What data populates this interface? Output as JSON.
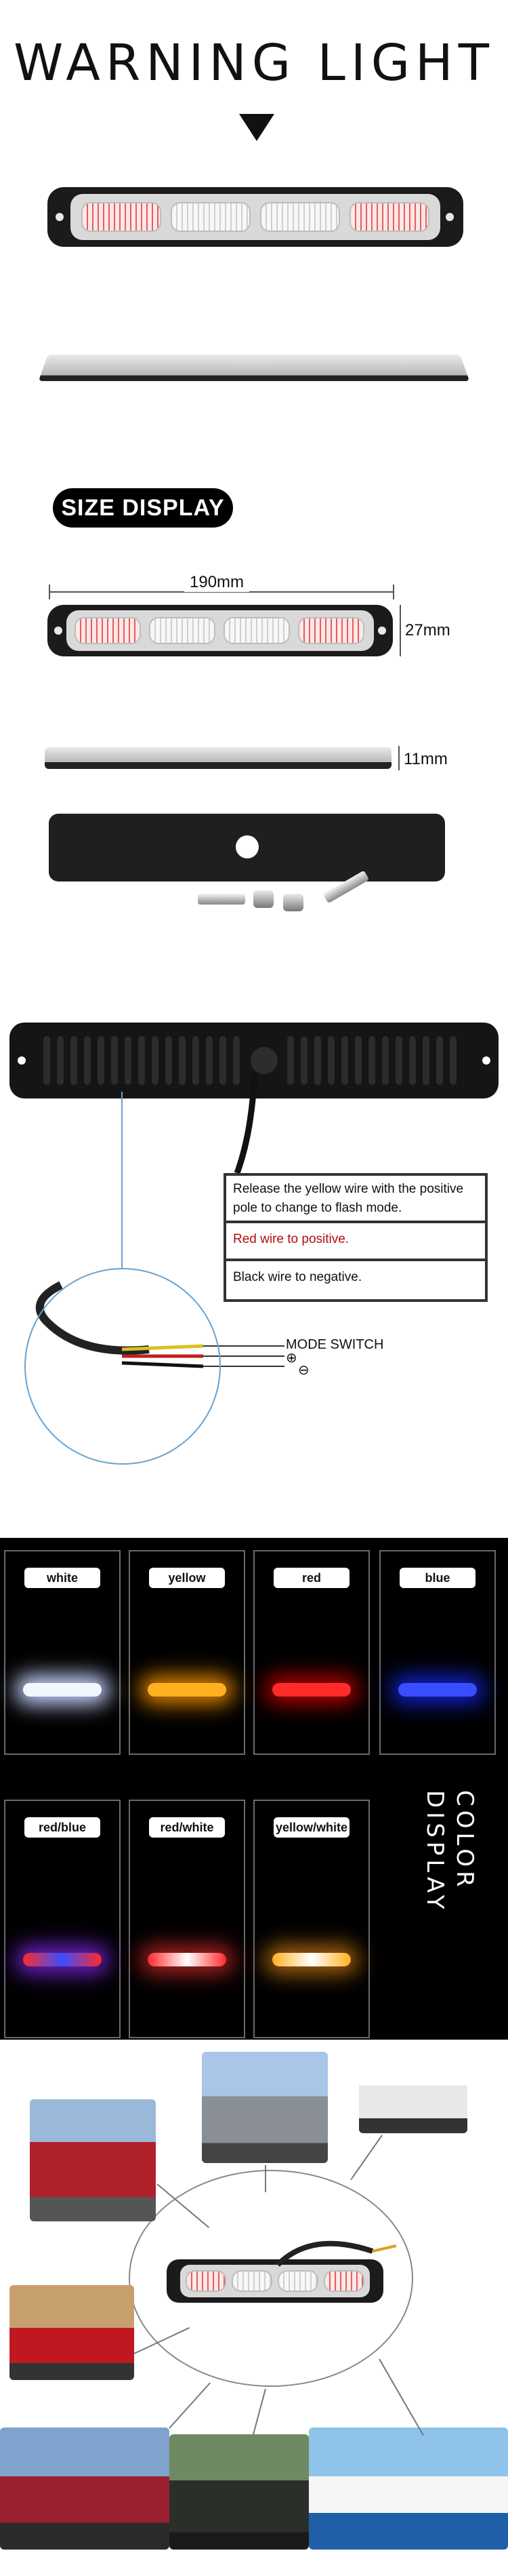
{
  "header": {
    "title": "WARNING LIGHT"
  },
  "size_section": {
    "label": "SIZE DISPLAY",
    "length": "190mm",
    "width": "27mm",
    "height": "11mm"
  },
  "wiring": {
    "yellow_note": "Release the yellow wire with the positive pole to change to flash mode.",
    "red_note": "Red wire to positive.",
    "black_note": "Black wire to negative.",
    "mode_switch": "MODE SWITCH",
    "plus_symbol": "⊕",
    "minus_symbol": "⊖"
  },
  "color_display": {
    "title": "COLOR DISPLAY",
    "colors": [
      {
        "label": "white",
        "color": "#f2f6ff"
      },
      {
        "label": "yellow",
        "color": "#ffb020"
      },
      {
        "label": "red",
        "color": "#ff2a2a"
      },
      {
        "label": "blue",
        "color": "#3a4dff"
      },
      {
        "label": "red/blue",
        "color": "#b040ff"
      },
      {
        "label": "red/white",
        "color": "#ff7070"
      },
      {
        "label": "yellow/white",
        "color": "#ffd080"
      }
    ]
  }
}
